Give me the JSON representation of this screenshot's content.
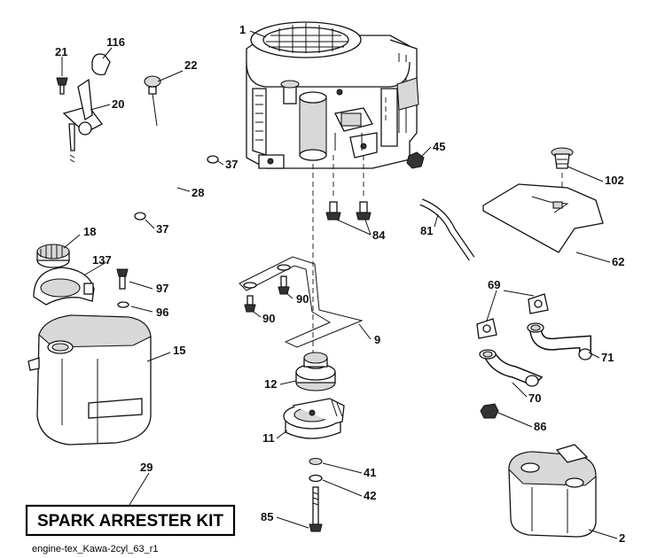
{
  "callouts": [
    {
      "id": "c1",
      "label": "1"
    },
    {
      "id": "c116",
      "label": "116"
    },
    {
      "id": "c21",
      "label": "21"
    },
    {
      "id": "c22",
      "label": "22"
    },
    {
      "id": "c20",
      "label": "20"
    },
    {
      "id": "c45",
      "label": "45"
    },
    {
      "id": "c37a",
      "label": "37"
    },
    {
      "id": "c28",
      "label": "28"
    },
    {
      "id": "c37b",
      "label": "37"
    },
    {
      "id": "c102",
      "label": "102"
    },
    {
      "id": "c84",
      "label": "84"
    },
    {
      "id": "c81",
      "label": "81"
    },
    {
      "id": "c18",
      "label": "18"
    },
    {
      "id": "c137",
      "label": "137"
    },
    {
      "id": "c97",
      "label": "97"
    },
    {
      "id": "c96",
      "label": "96"
    },
    {
      "id": "c62",
      "label": "62"
    },
    {
      "id": "c69",
      "label": "69"
    },
    {
      "id": "c90a",
      "label": "90"
    },
    {
      "id": "c90b",
      "label": "90"
    },
    {
      "id": "c9",
      "label": "9"
    },
    {
      "id": "c15",
      "label": "15"
    },
    {
      "id": "c71",
      "label": "71"
    },
    {
      "id": "c12",
      "label": "12"
    },
    {
      "id": "c70",
      "label": "70"
    },
    {
      "id": "c11",
      "label": "11"
    },
    {
      "id": "c86",
      "label": "86"
    },
    {
      "id": "c41",
      "label": "41"
    },
    {
      "id": "c29",
      "label": "29"
    },
    {
      "id": "c42",
      "label": "42"
    },
    {
      "id": "c85",
      "label": "85"
    },
    {
      "id": "c2",
      "label": "2"
    }
  ],
  "kit_label": "SPARK ARRESTER KIT",
  "footer_code": "engine-tex_Kawa-2cyl_63_r1"
}
